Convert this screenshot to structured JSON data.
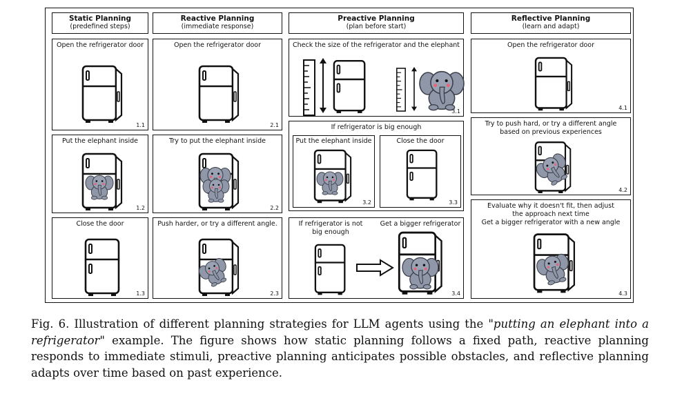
{
  "columns": [
    {
      "title": "Static Planning",
      "subtitle": "(predefined steps)"
    },
    {
      "title": "Reactive Planning",
      "subtitle": "(immediate response)"
    },
    {
      "title": "Preactive Planning",
      "subtitle": "(plan before start)"
    },
    {
      "title": "Reflective Planning",
      "subtitle": "(learn and adapt)"
    }
  ],
  "panels": {
    "p1_1": {
      "text": "Open the refrigerator door",
      "num": "1.1"
    },
    "p1_2": {
      "text": "Put the elephant inside",
      "num": "1.2"
    },
    "p1_3": {
      "text": "Close the door",
      "num": "1.3"
    },
    "p2_1": {
      "text": "Open the refrigerator door",
      "num": "2.1"
    },
    "p2_2": {
      "text": "Try to put the elephant inside",
      "num": "2.2"
    },
    "p2_3": {
      "text": "Push harder, or try a different angle.",
      "num": "2.3"
    },
    "p3_1": {
      "text": "Check the size of the refrigerator and the elephant",
      "num": "3.1"
    },
    "p3_group": {
      "text": "If refrigerator is big enough"
    },
    "p3_2": {
      "text": "Put the elephant inside",
      "num": "3.2"
    },
    "p3_3": {
      "text": "Close the door",
      "num": "3.3"
    },
    "p3_4": {
      "text_left": "If refrigerator is not big enough",
      "text_right": "Get a bigger refrigerator",
      "num": "3.4"
    },
    "p4_1": {
      "text": "Open the refrigerator door",
      "num": "4.1"
    },
    "p4_2": {
      "text": "Try to push hard, or try a different angle based on previous experiences",
      "num": "4.2"
    },
    "p4_3": {
      "text": "Evaluate why it doesn't fit, then adjust the approach next time\nGet a bigger refrigerator with a new angle",
      "num": "4.3"
    }
  },
  "caption": {
    "prefix": "Fig. 6.  Illustration of different planning strategies for LLM agents using the ",
    "italic": "\"putting an elephant into a refrigerator\"",
    "suffix": " example. The figure shows how static planning follows a fixed path, reactive planning responds to immediate stimuli, preactive planning anticipates possible obstacles, and reflective planning adapts over time based on past experience."
  },
  "colors": {
    "elephant": "#8f97a8",
    "elephant_dark": "#5b6170",
    "line": "#111111",
    "blush": "#e8627a"
  }
}
